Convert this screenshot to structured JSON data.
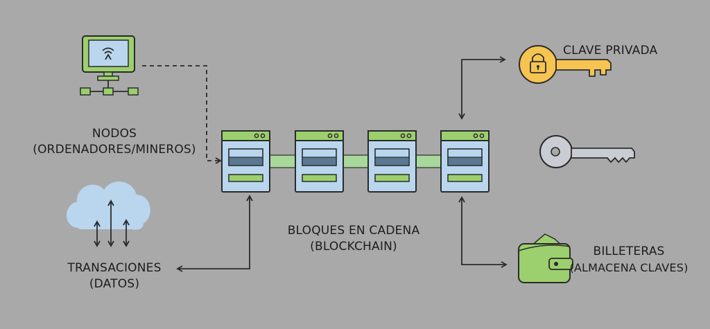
{
  "nodes": {
    "line1": "NODOS",
    "line2": "(ORDENADORES/MINEROS)"
  },
  "transactions": {
    "line1": "TRANSACIONES",
    "line2": "(DATOS)"
  },
  "blockchain": {
    "line1": "BLOQUES EN CADENA",
    "line2": "(BLOCKCHAIN)"
  },
  "private_key": {
    "label": "CLAVE PRIVADA"
  },
  "wallets": {
    "line1": "BILLETERAS",
    "line2": "(ALMACENA CLAVES)"
  },
  "icons": [
    "computer-node-icon",
    "cloud-transactions-icon",
    "block-icon",
    "padlock-key-icon",
    "key-icon",
    "wallet-icon"
  ],
  "colors": {
    "background": "#a9a9a9",
    "green": "#9ccf6e",
    "blue": "#b9d6ee",
    "gold": "#f5c451",
    "stroke": "#2a2a2a",
    "key_gray": "#c9cdd3"
  }
}
